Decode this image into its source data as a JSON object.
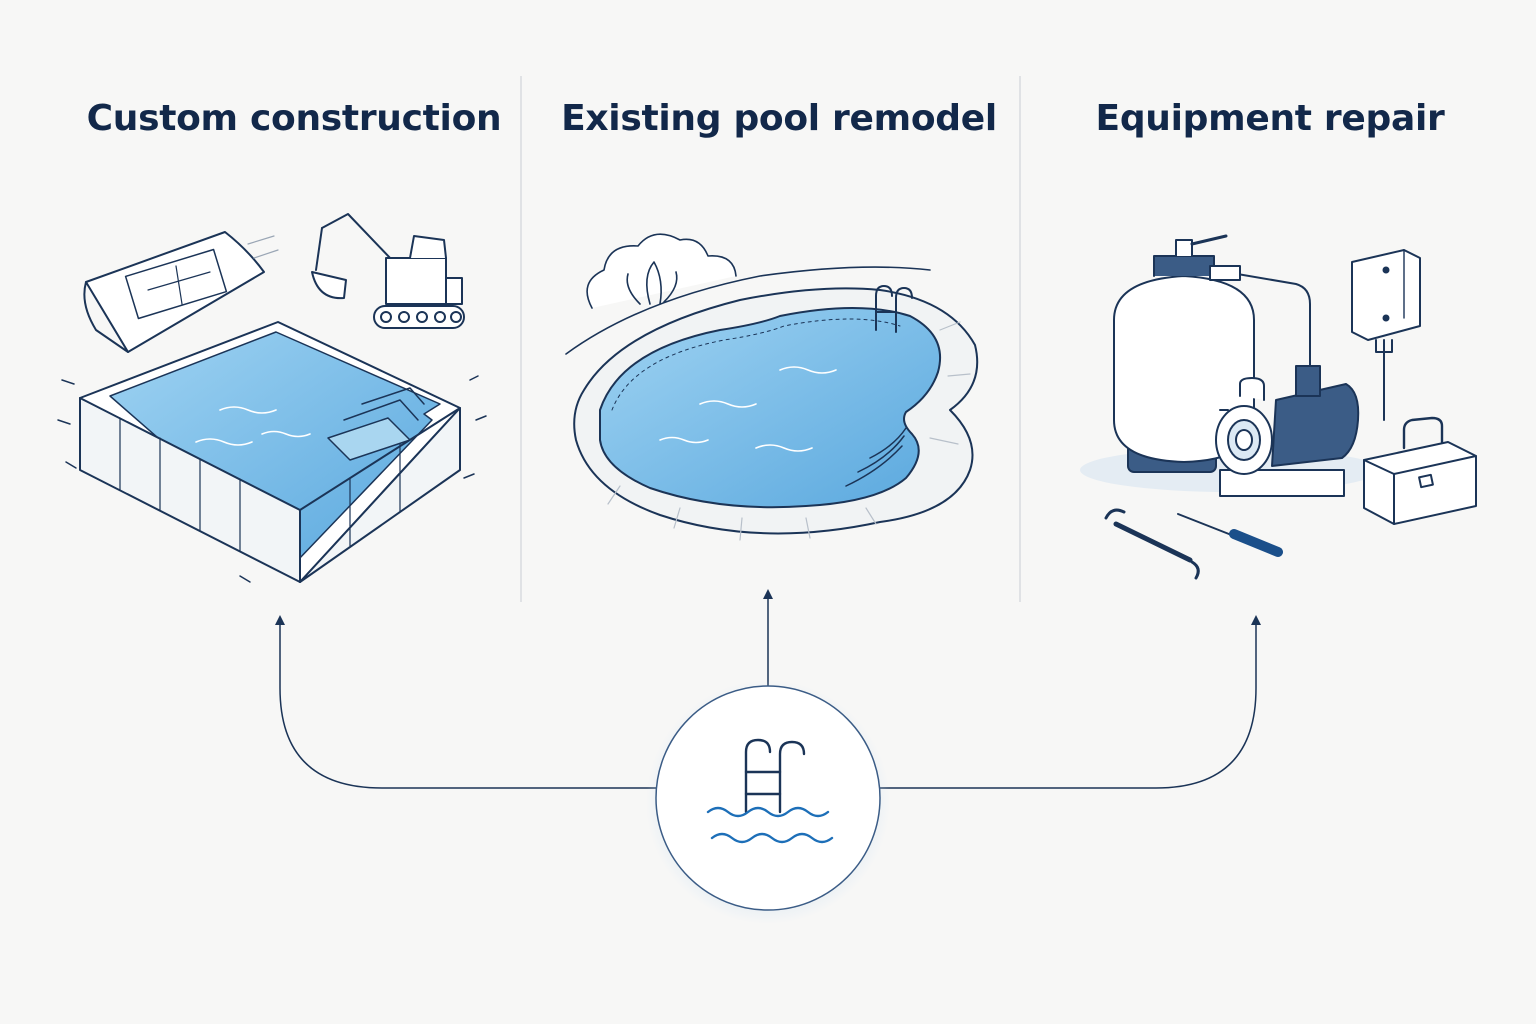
{
  "services": [
    {
      "title": "Custom construction",
      "icon": "pool-construction-illustration"
    },
    {
      "title": "Existing pool remodel",
      "icon": "pool-remodel-illustration"
    },
    {
      "title": "Equipment repair",
      "icon": "pool-equipment-repair-illustration"
    }
  ],
  "hub": {
    "icon": "pool-ladder-waves-icon"
  },
  "colors": {
    "ink": "#1b3457",
    "heading": "#12284a",
    "water": "#7cbfe9",
    "water_deep": "#5aa8de",
    "divider": "#d9dcdf",
    "background": "#f7f7f6"
  }
}
